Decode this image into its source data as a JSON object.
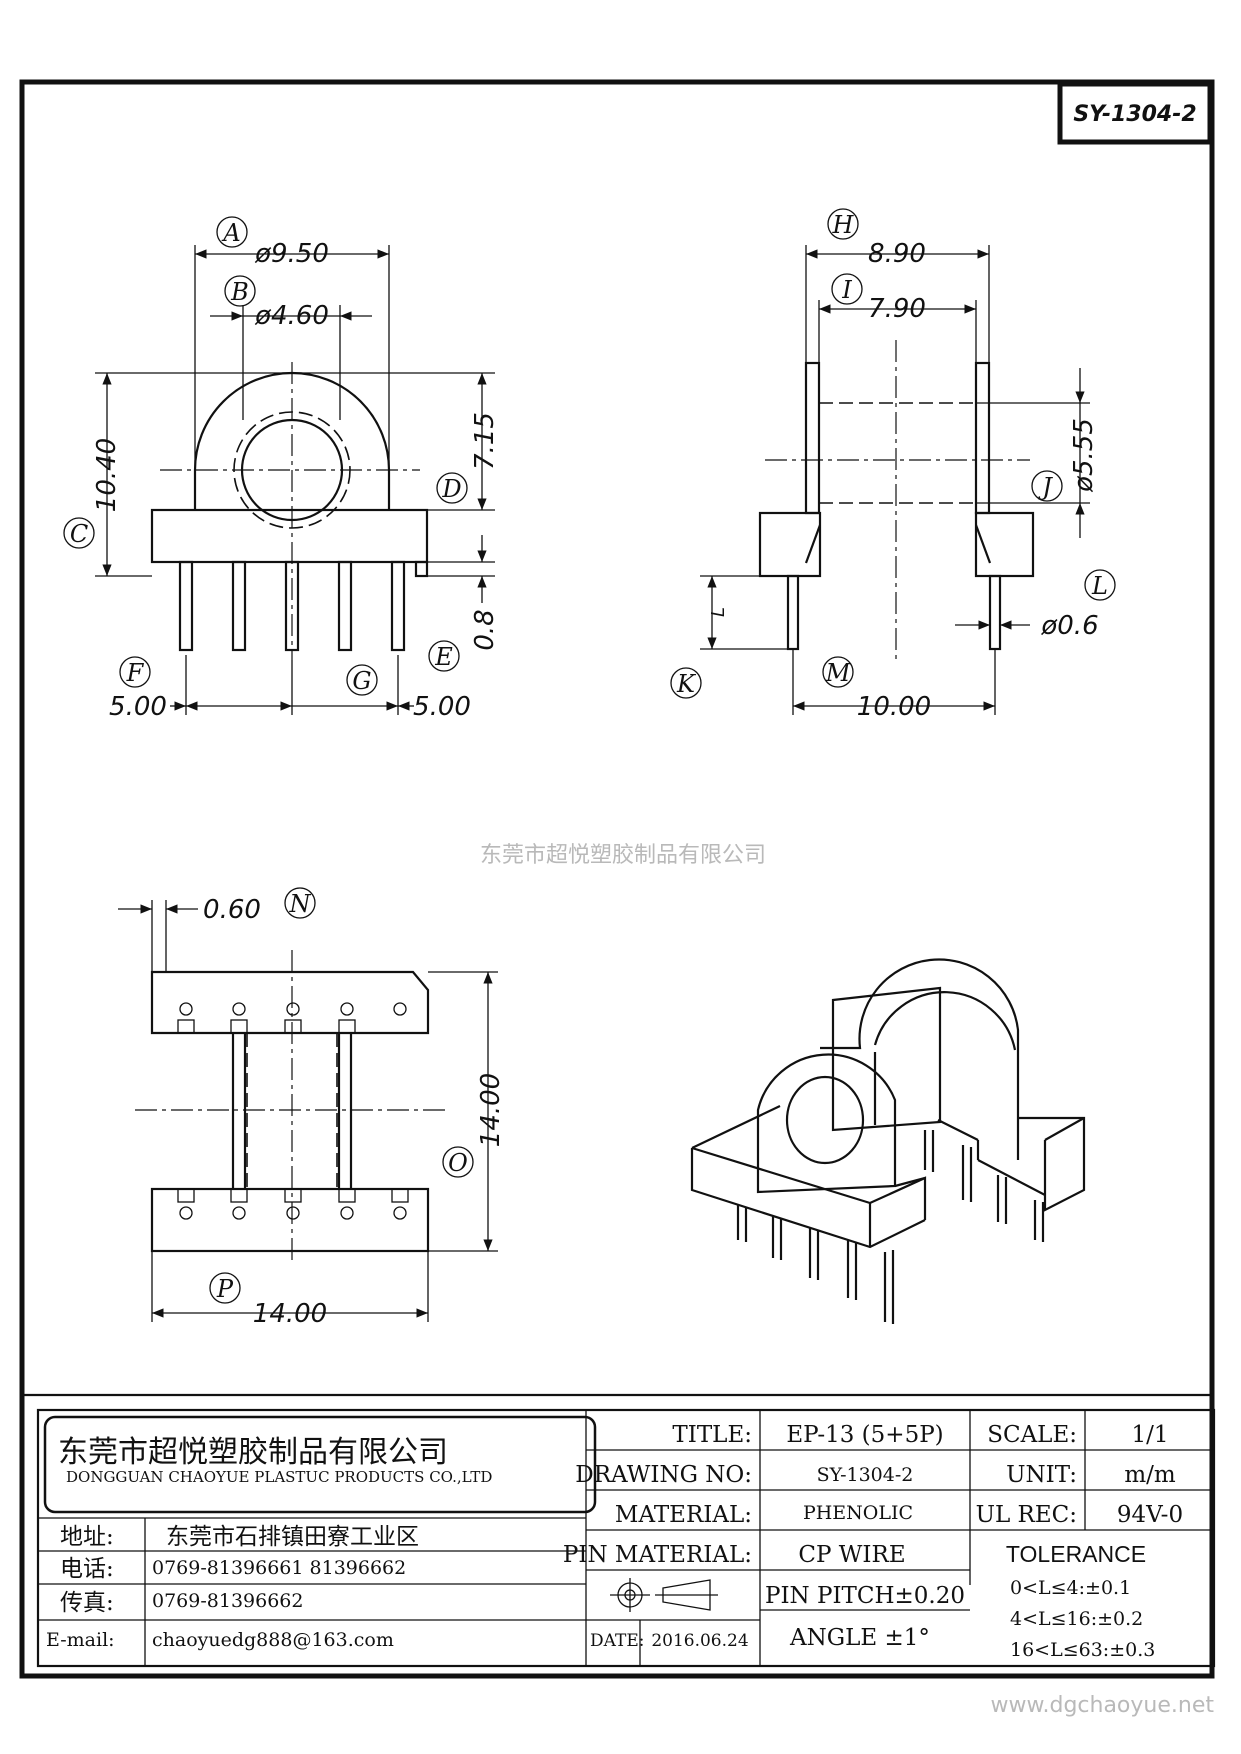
{
  "drawing_id": "SY-1304-2",
  "watermark_company": "东莞市超悦塑胶制品有限公司",
  "watermark_url": "www.dgchaoyue.net",
  "dimensions": {
    "A": "ø9.50",
    "B": "ø4.60",
    "C": "10.40",
    "D": "7.15",
    "E": "0.8",
    "F": "5.00",
    "G": "5.00",
    "H": "8.90",
    "I": "7.90",
    "J": "ø5.55",
    "K": "L",
    "L": "ø0.6",
    "M": "10.00",
    "N": "0.60",
    "O": "14.00",
    "P": "14.00"
  },
  "title_block": {
    "company_cn": "东莞市超悦塑胶制品有限公司",
    "company_en": "DONGGUAN CHAOYUE PLASTUC PRODUCTS CO.,LTD",
    "address_label": "地址:",
    "address": "东莞市石排镇田寮工业区",
    "phone_label": "电话:",
    "phone": "0769-81396661  81396662",
    "fax_label": "传真:",
    "fax": "0769-81396662",
    "email_label": "E-mail:",
    "email": "chaoyuedg888@163.com",
    "title_label": "TITLE:",
    "title": "EP-13 (5+5P)",
    "drawing_no_label": "DRAWING NO:",
    "drawing_no": "SY-1304-2",
    "material_label": "MATERIAL:",
    "material": "PHENOLIC",
    "pin_material_label": "PIN MATERIAL:",
    "pin_material": "CP WIRE",
    "pin_pitch": "PIN PITCH±0.20",
    "angle": "ANGLE ±1°",
    "date_label": "DATE:",
    "date": "2016.06.24",
    "scale_label": "SCALE:",
    "scale": "1/1",
    "unit_label": "UNIT:",
    "unit": "m/m",
    "ul_rec_label": "UL REC:",
    "ul_rec": "94V-0",
    "tolerance_label": "TOLERANCE",
    "tolerances": [
      "0<L≤4:±0.1",
      "4<L≤16:±0.2",
      "16<L≤63:±0.3"
    ]
  }
}
